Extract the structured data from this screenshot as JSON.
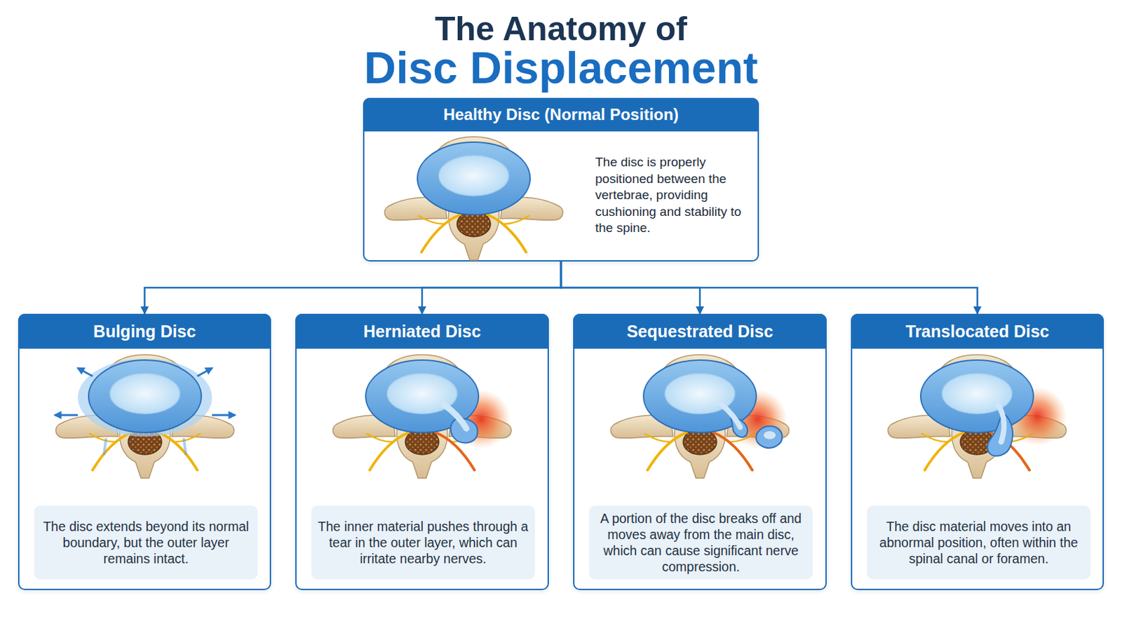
{
  "diagram": {
    "title": "The Anatomy of Disc Displacement",
    "nodes": [
      {
        "text": [
          "Healthy Disc (Normal Position)",
          "The disc is properly positioned between the vertebrae, providing cushioning and stability to the spine."
        ]
      },
      {
        "text": [
          "Bulging Disc"
        ]
      },
      {
        "text": [
          "The disc extends beyond its normal boundary, but the outer layer remains intact."
        ],
        "in": 1
      },
      {
        "text": [
          "Herniated Disc"
        ]
      },
      {
        "text": [
          "The inner material pushes through a tear in the outer layer, which can irritate nearby nerves."
        ],
        "in": 3
      },
      {
        "text": [
          "Sequestrated Disc"
        ]
      },
      {
        "text": [
          "A portion of the disc breaks off and moves away from the main disc, which can cause significant nerve compression."
        ],
        "in": 5
      },
      {
        "text": [
          "Translocated Disc"
        ]
      },
      {
        "text": [
          "The disc material moves into an abnormal position, often within the spinal canal or foramen."
        ],
        "in": 7
      }
    ],
    "edges": [
      {
        "from": 0,
        "to": 1,
        "arrow": "to"
      },
      {
        "from": 0,
        "to": 3,
        "arrow": "to"
      },
      {
        "from": 0,
        "to": 5,
        "arrow": "to"
      },
      {
        "from": 0,
        "to": 7,
        "arrow": "to"
      }
    ]
  }
}
